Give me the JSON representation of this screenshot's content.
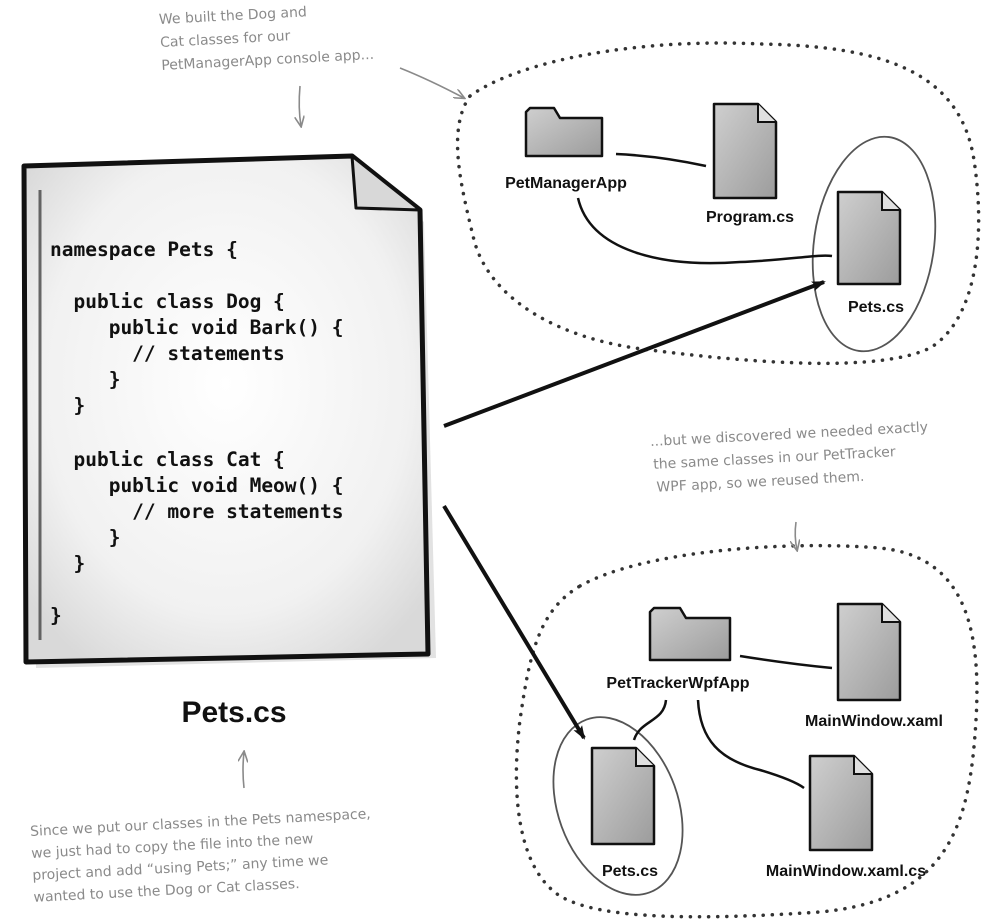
{
  "annotations": {
    "top_note": [
      "We built the Dog and",
      "Cat classes for our",
      "PetManagerApp console app..."
    ],
    "mid_note": [
      "...but we discovered we needed exactly",
      "the same classes in our PetTracker",
      "WPF app, so we reused them."
    ],
    "bottom_note": [
      "Since we put our classes in the Pets namespace,",
      "we just had to copy the file into the new",
      "project and add “using Pets;” any time we",
      "wanted to use the Dog or Cat classes."
    ]
  },
  "code_file": {
    "filename": "Pets.cs",
    "lines": [
      "namespace Pets {",
      "",
      "  public class Dog {",
      "     public void Bark() {",
      "       // statements",
      "     }",
      "  }",
      "",
      "  public class Cat {",
      "     public void Meow() {",
      "       // more statements",
      "     }",
      "  }",
      "",
      "}"
    ]
  },
  "project1": {
    "folder_label": "PetManagerApp",
    "program_label": "Program.cs",
    "pets_label": "Pets.cs"
  },
  "project2": {
    "folder_label": "PetTrackerWpfApp",
    "mainwindow_label": "MainWindow.xaml",
    "mainwindow_cs_label": "MainWindow.xaml.cs",
    "pets_label": "Pets.cs"
  }
}
